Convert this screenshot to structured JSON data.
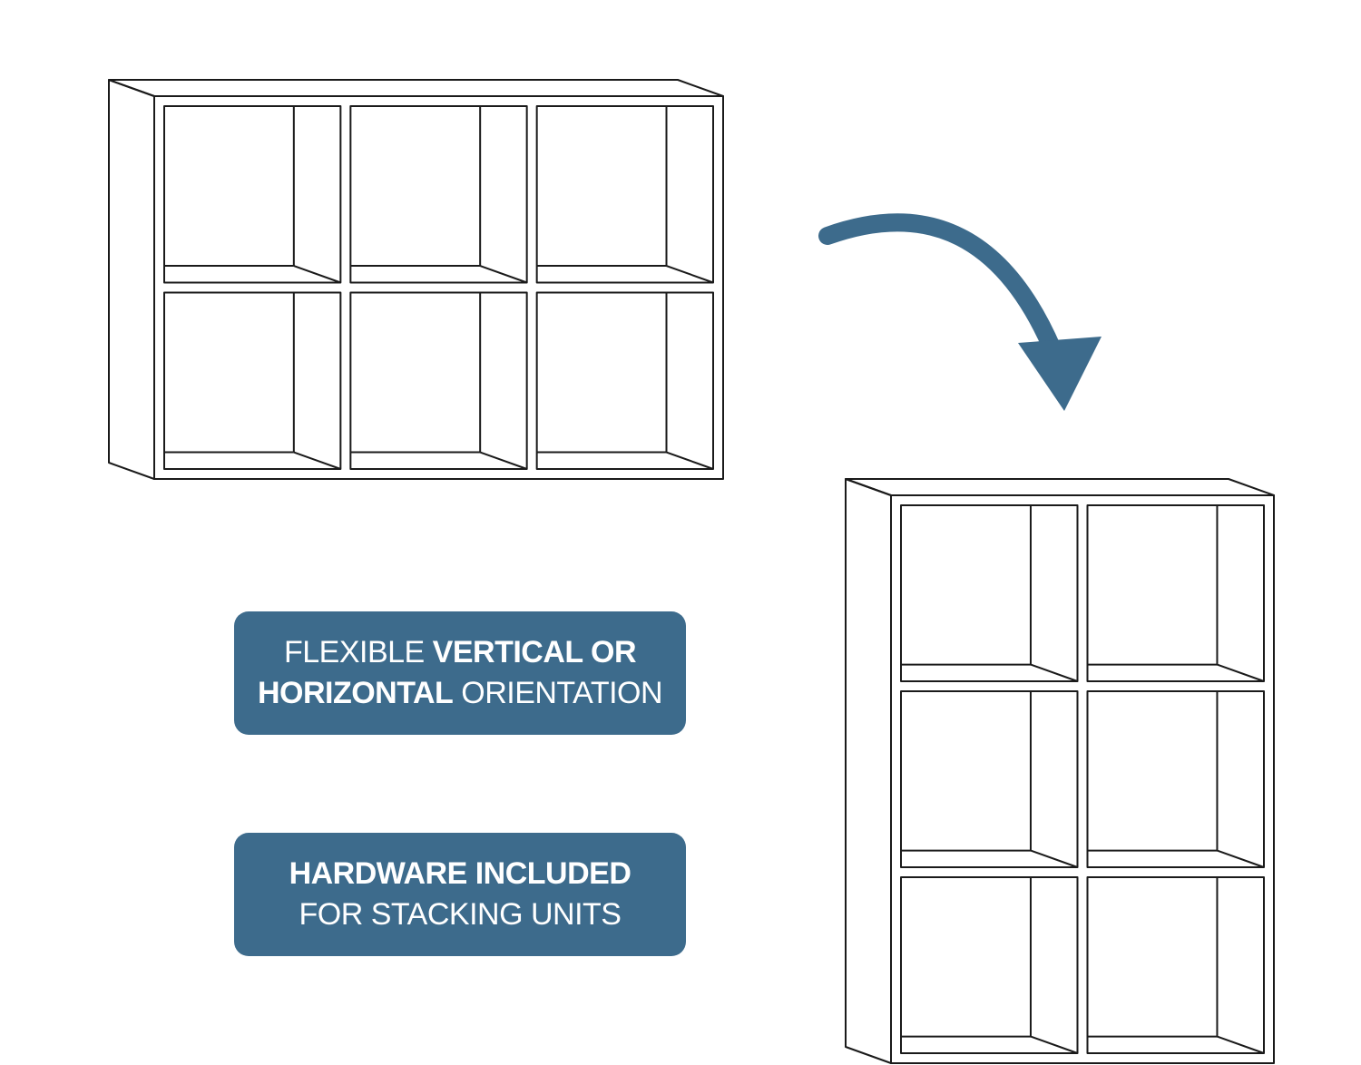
{
  "colors": {
    "accent": "#3d6b8c",
    "outline": "#1a1a1a",
    "background": "#ffffff"
  },
  "shelves": {
    "horizontal": {
      "columns": 3,
      "rows": 2
    },
    "vertical": {
      "columns": 2,
      "rows": 3
    }
  },
  "arrow": {
    "icon": "curved-arrow-icon"
  },
  "badges": {
    "orientation": {
      "line1_a": "FLEXIBLE ",
      "line1_b": "VERTICAL OR",
      "line2_a": "HORIZONTAL",
      "line2_b": " ORIENTATION"
    },
    "hardware": {
      "line1": "HARDWARE INCLUDED",
      "line2": "FOR STACKING UNITS"
    }
  }
}
